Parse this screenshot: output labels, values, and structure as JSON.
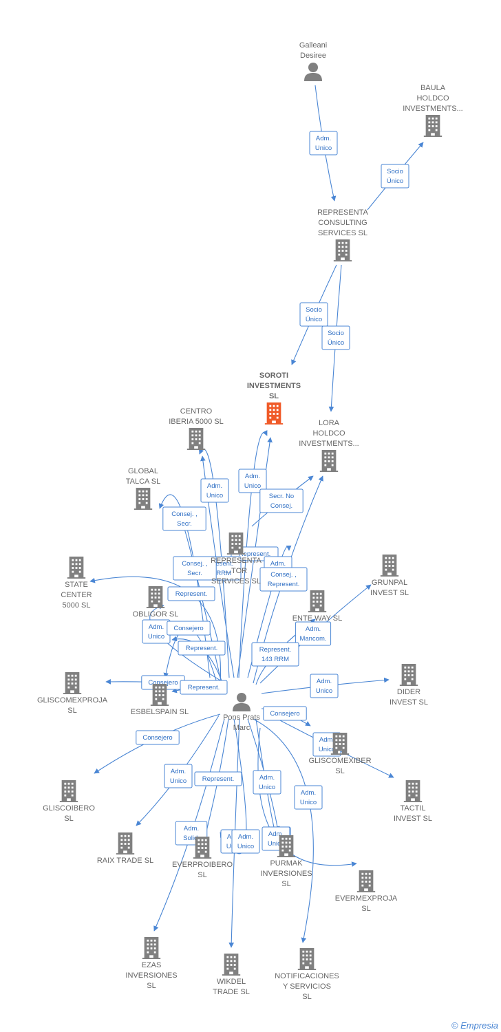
{
  "colors": {
    "edge": "#4a86d4",
    "building": "#808080",
    "focus_building": "#f05a28",
    "person": "#808080"
  },
  "nodes": [
    {
      "id": "galleani",
      "type": "person",
      "label": [
        "Galleani",
        "Desiree"
      ]
    },
    {
      "id": "baula",
      "type": "company",
      "label": [
        "BAULA",
        "HOLDCO",
        "INVESTMENTS..."
      ]
    },
    {
      "id": "representa",
      "type": "company",
      "label": [
        "REPRESENTA",
        "CONSULTING",
        "SERVICES  SL"
      ]
    },
    {
      "id": "soroti",
      "type": "company",
      "focus": true,
      "label": [
        "SOROTI",
        "INVESTMENTS",
        "SL"
      ]
    },
    {
      "id": "centro",
      "type": "company",
      "label": [
        "CENTRO",
        "IBERIA 5000  SL"
      ]
    },
    {
      "id": "lora",
      "type": "company",
      "label": [
        "LORA",
        "HOLDCO",
        "INVESTMENTS..."
      ]
    },
    {
      "id": "global",
      "type": "company",
      "label": [
        "GLOBAL",
        "TALCA  SL"
      ]
    },
    {
      "id": "representa2",
      "type": "company",
      "label": [
        "REPRESENTA",
        "...TOR",
        "SERVICES  SL"
      ]
    },
    {
      "id": "state",
      "type": "company",
      "label": [
        "STATE",
        "CENTER",
        "5000  SL"
      ]
    },
    {
      "id": "obligor",
      "type": "company",
      "label": [
        "OBLIGOR SL"
      ]
    },
    {
      "id": "grunpal",
      "type": "company",
      "label": [
        "GRUNPAL",
        "INVEST  SL"
      ]
    },
    {
      "id": "enteway",
      "type": "company",
      "label": [
        "ENTE WAY  SL"
      ]
    },
    {
      "id": "gliscomexproja",
      "type": "company",
      "label": [
        "GLISCOMEXPROJA",
        "SL"
      ]
    },
    {
      "id": "esbelspain",
      "type": "company",
      "label": [
        "ESBELSPAIN  SL"
      ]
    },
    {
      "id": "dider",
      "type": "company",
      "label": [
        "DIDER",
        "INVEST  SL"
      ]
    },
    {
      "id": "pons",
      "type": "person",
      "label": [
        "Pons Prats",
        "Marc"
      ]
    },
    {
      "id": "gliscomexiber",
      "type": "company",
      "label": [
        "GLISCOMEXIBER",
        "SL"
      ]
    },
    {
      "id": "gliscoibero",
      "type": "company",
      "label": [
        "GLISCOIBERO",
        "SL"
      ]
    },
    {
      "id": "tactil",
      "type": "company",
      "label": [
        "TACTIL",
        "INVEST  SL"
      ]
    },
    {
      "id": "raix",
      "type": "company",
      "label": [
        "RAIX TRADE  SL"
      ]
    },
    {
      "id": "everproibero",
      "type": "company",
      "label": [
        "EVERPROIBERO",
        "SL"
      ]
    },
    {
      "id": "purmak",
      "type": "company",
      "label": [
        "PURMAK",
        "INVERSIONES",
        "SL"
      ]
    },
    {
      "id": "evermexproja",
      "type": "company",
      "label": [
        "EVERMEXPROJA",
        "SL"
      ]
    },
    {
      "id": "ezas",
      "type": "company",
      "label": [
        "EZAS",
        "INVERSIONES",
        "SL"
      ]
    },
    {
      "id": "wikdel",
      "type": "company",
      "label": [
        "WIKDEL",
        "TRADE  SL"
      ]
    },
    {
      "id": "notificaciones",
      "type": "company",
      "label": [
        "NOTIFICACIONES",
        "Y SERVICIOS",
        "SL"
      ]
    }
  ],
  "edges": [
    {
      "from": "galleani",
      "to": "representa",
      "label": [
        "Adm.",
        "Unico"
      ]
    },
    {
      "from": "representa",
      "to": "baula",
      "label": [
        "Socio",
        "Único"
      ]
    },
    {
      "from": "representa",
      "to": "soroti",
      "label": [
        "Socio",
        "Único"
      ]
    },
    {
      "from": "representa",
      "to": "lora",
      "label": [
        "Socio",
        "Único"
      ]
    },
    {
      "from": "pons",
      "to": "soroti",
      "label": [
        "Adm.",
        "Unico"
      ]
    },
    {
      "from": "pons",
      "to": "centro",
      "label": [
        "Adm.",
        "Unico"
      ]
    },
    {
      "from": "pons",
      "to": "lora",
      "label": [
        "Secr.  No",
        "Consej."
      ]
    },
    {
      "from": "pons",
      "to": "global",
      "label": [
        "Consej. ,",
        "Secr."
      ]
    },
    {
      "from": "pons",
      "to": "representa2",
      "label": [
        "Represent."
      ]
    },
    {
      "from": "pons",
      "to": "representa2",
      "label": [
        "Represent.",
        "143 RRM"
      ]
    },
    {
      "from": "pons",
      "to": "representa2",
      "label": [
        "Consej. ,",
        "Secr."
      ]
    },
    {
      "from": "pons",
      "to": "representa2",
      "label": [
        "Adm.",
        "Unico"
      ]
    },
    {
      "from": "pons",
      "to": "representa2",
      "label": [
        "Consej. ,",
        "Represent."
      ]
    },
    {
      "from": "pons",
      "to": "state",
      "label": [
        "Represent."
      ]
    },
    {
      "from": "pons",
      "to": "obligor",
      "label": [
        "Adm.",
        "Unico"
      ]
    },
    {
      "from": "pons",
      "to": "obligor",
      "label": [
        "Consejero"
      ]
    },
    {
      "from": "pons",
      "to": "obligor",
      "label": [
        "Represent."
      ]
    },
    {
      "from": "pons",
      "to": "grunpal",
      "label": [
        "Adm.",
        "Mancom."
      ]
    },
    {
      "from": "pons",
      "to": "enteway",
      "label": [
        "Represent.",
        "143 RRM"
      ]
    },
    {
      "from": "pons",
      "to": "gliscomexproja",
      "label": [
        "Consejero"
      ]
    },
    {
      "from": "pons",
      "to": "esbelspain",
      "label": [
        "Represent."
      ]
    },
    {
      "from": "pons",
      "to": "dider",
      "label": [
        "Adm.",
        "Unico"
      ]
    },
    {
      "from": "pons",
      "to": "gliscomexiber",
      "label": [
        "Consejero"
      ]
    },
    {
      "from": "pons",
      "to": "tactil",
      "label": [
        "Adm.",
        "Unico"
      ]
    },
    {
      "from": "pons",
      "to": "gliscoibero",
      "label": [
        "Consejero"
      ]
    },
    {
      "from": "pons",
      "to": "raix",
      "label": [
        "Adm.",
        "Unico"
      ]
    },
    {
      "from": "pons",
      "to": "everproibero",
      "label": [
        "Represent."
      ]
    },
    {
      "from": "pons",
      "to": "ezas",
      "label": [
        "Adm.",
        "Solid."
      ]
    },
    {
      "from": "pons",
      "to": "wikdel",
      "label": [
        "Adm.",
        "Unico"
      ]
    },
    {
      "from": "pons",
      "to": "everproibero",
      "label": [
        "Adm.",
        "Unico"
      ]
    },
    {
      "from": "pons",
      "to": "purmak",
      "label": [
        "Adm.",
        "Unico"
      ]
    },
    {
      "from": "pons",
      "to": "notificaciones",
      "label": [
        "Adm.",
        "Unico"
      ]
    },
    {
      "from": "pons",
      "to": "purmak",
      "label": [
        "Adm.",
        "Unico"
      ]
    },
    {
      "from": "pons",
      "to": "evermexproja",
      "label": [
        "Adm.",
        "Unico"
      ]
    }
  ],
  "footer": {
    "copyright_symbol": "©",
    "brand": "Empresia"
  }
}
